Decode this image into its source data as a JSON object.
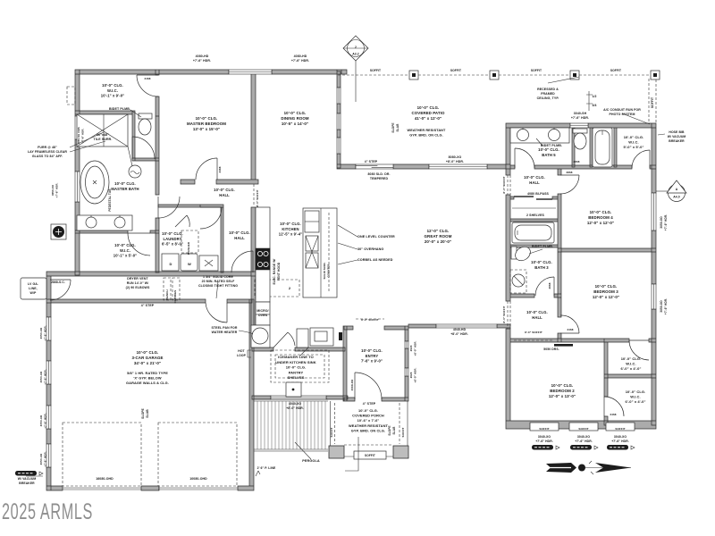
{
  "watermark": "2025 ARMLS",
  "rooms": {
    "wic_master_upper": [
      "10'-0\" CLG.",
      "W.I.C.",
      "10'-1\" x 9'-0\""
    ],
    "master_bedroom": [
      "10'-0\" CLG.",
      "MASTER BEDROOM",
      "13'-0\" x 15'-0\""
    ],
    "dining_room": [
      "10'-0\" CLG.",
      "DINING ROOM",
      "10'-5\" x 14'-0\""
    ],
    "master_bath": [
      "10'-0\" CLG.",
      "MASTER BATH"
    ],
    "wic_master_lower": [
      "10'-0\" CLG.",
      "W.I.C.",
      "10'-1\" x 5'-0\""
    ],
    "hall_master": [
      "10'-0\" CLG.",
      "HALL"
    ],
    "laundry": [
      "10'-0\" CLG.",
      "LAUNDRY",
      "6'-5\" x 8'-0\""
    ],
    "hall_kitchen": [
      "10'-0\" CLG.",
      "HALL"
    ],
    "kitchen": [
      "10'-0\" CLG.",
      "KITCHEN",
      "12'-5\" x 9'-4\""
    ],
    "great_room": [
      "12'-0\" CLG.",
      "GREAT ROOM",
      "20'-0\" x 20'-0\""
    ],
    "garage": [
      "10'-0\" CLG.",
      "3-CAR GARAGE",
      "34'-0\" x 21'-0\""
    ],
    "garage_note": [
      "5/8\" 1 HR. RATED TYPE",
      "'X' GYP. BELOW",
      "GARAGE WALLS & CLG."
    ],
    "pantry": [
      "ICEMAKER LINE TO",
      "UNDER KITCHEN SINK",
      "10'-0\" CLG.",
      "PANTRY",
      "SHELVES"
    ],
    "entry": [
      "10'-0\" CLG.",
      "ENTRY",
      "7'-6\" x 9'-0\""
    ],
    "bath5": [
      "10'-0\" CLG.",
      "BATH 5"
    ],
    "wic_bed4": [
      "10'-0\" CLG.",
      "W.I.C.",
      "5'-0\" x 5'-0\""
    ],
    "hall_bed4": [
      "10'-0\" CLG.",
      "HALL"
    ],
    "bedroom4": [
      "10'-0\" CLG.",
      "BEDROOM 4",
      "12'-0\" x 12'-0\""
    ],
    "bath3": [
      "10'-0\" CLG.",
      "BATH 3"
    ],
    "hall_bed23": [
      "10'-0\" CLG.",
      "HALL"
    ],
    "bedroom3": [
      "10'-0\" CLG.",
      "BEDROOM 3",
      "12'-0\" x 12'-0\""
    ],
    "bedroom2": [
      "10'-0\" CLG.",
      "BEDROOM 2",
      "12'-0\" x 13'-0\""
    ],
    "wic_bed3": [
      "10'-0\" CLG.",
      "W.I.C.",
      "6'-0\" x 4'-0\""
    ],
    "wic_bed2": [
      "10'-0\" CLG.",
      "W.I.C.",
      "6'-0\" x 4'-0\""
    ]
  },
  "outdoor": {
    "covered_patio": [
      "10'-0\" CLG.",
      "COVERED PATIO",
      "41'-0\" x 12'-0\""
    ],
    "covered_patio_note": [
      "WEATHER RESISTANT",
      "GYP. BRD. ON CLG."
    ],
    "covered_porch": [
      "10'-0\" CLG.",
      "COVERED PORCH",
      "10'-6\" x 7'-6\"",
      "WEATHER RESISTANT",
      "GYP. BRD. ON CLG."
    ],
    "pergola": [
      "PERGOLA"
    ],
    "property_line": [
      "2' 6\" P. LINE"
    ]
  },
  "notes": {
    "bidet_master": [
      "BIDET PLMB."
    ],
    "bidet_bath5": [
      "BIDET PLMB."
    ],
    "bidet_bath3": [
      "BIDET PLMB."
    ],
    "tile_shower": [
      "96\"x48\"",
      "TILE SURR."
    ],
    "shower_glass": [
      "FURR @ 48\"",
      "LAY FRAMELESS CLEAR",
      "GLASS TO 84\" AFF."
    ],
    "pedestal_tub": [
      "PEDESTAL TUB"
    ],
    "one_level": [
      "ONE LEVEL COUNTER"
    ],
    "overhang": [
      "30\" OVERHANG"
    ],
    "corbel": [
      "CORBEL AS NEEDED"
    ],
    "range": [
      "ELEC. RANGE W/",
      "VENT HOOD"
    ],
    "micro": [
      "MICRO/",
      "OVEN"
    ],
    "dryer_vent": [
      "DRYER VENT",
      "RUN 14'-0\" W/",
      "(2) 90 ELBOWS"
    ],
    "solid_core": [
      "1 3/4\" SOLID CORE",
      "20 MIN. RATED SELF",
      "CLOSING TIGHT FITTING"
    ],
    "steel_pan": [
      "STEEL PAN FOR",
      "WATER HEATER"
    ],
    "hot_loop": [
      "HOT",
      "LOOP"
    ],
    "low_volt": [
      "LV GA.",
      "LINE,",
      "W/P"
    ],
    "hose_bib_garage": [
      "W/ VACUUM",
      "BREAKER"
    ],
    "hose_bib_right": [
      "HOSE BIB",
      "W/ VACUUM",
      "BREAKER"
    ],
    "recessed_clg": [
      "RECESSED &",
      "FRAMED",
      "CEILING, TYP."
    ],
    "pv_conduit": [
      "A/C CONDUIT RUN FOR",
      "PHOTO SYSTEM"
    ],
    "slope_slab_garage": [
      "SLOPE",
      "SLAB"
    ],
    "slope_slab_porch": [
      "SLOPE",
      "SLAB"
    ],
    "step_garage": [
      "4\" STEP"
    ],
    "step_patio": [
      "4\" STEP"
    ],
    "step_patio_v": [
      "SLOPE",
      "SLAB"
    ],
    "step_porch": [
      "4\" STEP"
    ],
    "bipass": [
      "4080 BI-PASS"
    ],
    "shelves2": [
      "2 SHELVES"
    ],
    "soffit": [
      "SOFFIT"
    ],
    "soffit8": [
      "8'-0\" SOFFIT"
    ],
    "drs": [
      "5050 DRS."
    ],
    "bench": [
      "BENCH"
    ],
    "cubbies": [
      "CUBBIES"
    ],
    "washer_note": [
      "WASHER"
    ],
    "dryer_letter": [
      "D"
    ],
    "washer_letter": [
      "W"
    ],
    "wh": [
      "W.H."
    ],
    "nook_tag": [
      "2"
    ],
    "island_note": [
      "SOLID SURF.",
      "COUNTER"
    ],
    "half_top": [
      "1/2"
    ],
    "half_bot": [
      "3/4"
    ]
  },
  "tags": {
    "win_top_master": [
      "4080-HD",
      "+7'-6\" HDR."
    ],
    "win_top_dining": [
      "4080-HD",
      "+7'-6\" HDR."
    ],
    "win_patio": [
      "8080-XO",
      "+8'-0\" HDR."
    ],
    "slider_patio": [
      "8080 SLD. DR.",
      "TEMPERED"
    ],
    "win_bath5": [
      "3040-SH",
      "+7'-6\" HDR."
    ],
    "win_bed4": [
      "3050-XO",
      "+7'-6\" HDR."
    ],
    "win_bed3": [
      "3050-XO",
      "+7'-6\" HDR."
    ],
    "win_wing1": [
      "3040-XO",
      "+7'-6\" HDR."
    ],
    "win_wing2": [
      "3040-XO",
      "+7'-6\" HDR."
    ],
    "win_wing3": [
      "3040-XO",
      "+7'-6\" HDR."
    ],
    "win_great": [
      "4040-HD",
      "+8'-0\" HDR."
    ],
    "win_pantry": [
      "4040-XO",
      "+8'-0\" HDR."
    ],
    "win_entry1": [
      "2020",
      "+8'-0\" HDR."
    ],
    "win_entry2": [
      "2020",
      "+8'-0\" HDR."
    ],
    "win_gar1": [
      "3050-XO",
      "+7'-6\" HDR."
    ],
    "win_gar2": [
      "3050-XO",
      "+7'-6\" HDR."
    ],
    "win_gar3": [
      "3050-XO",
      "+7'-6\" HDR."
    ],
    "win_gar4": [
      "3050-XO",
      "+7'-6\" HDR."
    ],
    "win_mb_shower": [
      "3050-SH OBS",
      "+7'-6\" HDR."
    ],
    "win_mb_tub": [
      "4050-XO",
      "+7'-6\" HDR."
    ],
    "door_front": [
      "3068-DR"
    ],
    "door_service": [
      "2868-S.C."
    ],
    "ohd_left": [
      "16080-OHD"
    ],
    "ohd_right": [
      "10080-OHD"
    ],
    "door_wic1": [
      "2468"
    ],
    "door_mbed": [
      "2468"
    ],
    "door_bath5": [
      "2668"
    ],
    "door_bed4": [
      "2868"
    ],
    "door_bath3": [
      "2668"
    ],
    "door_bed3": [
      "2468"
    ],
    "door_bed2": [
      "2468"
    ],
    "door_wic2": [
      "2468"
    ]
  },
  "markers": {
    "elevation": [
      "2",
      "A3.2"
    ],
    "section": [
      "A",
      "A4.0"
    ]
  },
  "colors": {
    "ink": "#1c1c1c",
    "wall_fill": "#ababab",
    "watermark": "#8e8e8e",
    "background": "#ffffff"
  }
}
